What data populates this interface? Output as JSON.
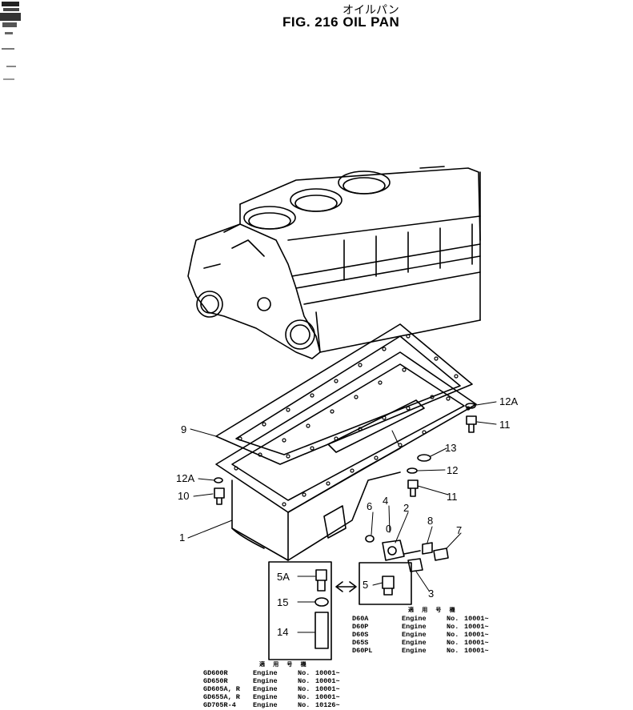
{
  "header": {
    "title_jp": "オイルパン",
    "title_en": "FIG. 216  OIL PAN"
  },
  "callouts": {
    "c1": "1",
    "c2": "2",
    "c3": "3",
    "c4": "4",
    "c5": "5",
    "c5a": "5A",
    "c6": "6",
    "c7": "7",
    "c8": "8",
    "c9": "9",
    "c10": "10",
    "c11a": "11",
    "c11b": "11",
    "c12": "12",
    "c12a_left": "12A",
    "c12a_right": "12A",
    "c13": "13",
    "c14": "14",
    "c15": "15",
    "c0": "0"
  },
  "table_right": {
    "header": "適 用 号 機",
    "rows": [
      {
        "model": "D60A",
        "eng": "Engine",
        "no": "No.",
        "serial": "10001~"
      },
      {
        "model": "D60P",
        "eng": "Engine",
        "no": "No.",
        "serial": "10001~"
      },
      {
        "model": "D60S",
        "eng": "Engine",
        "no": "No.",
        "serial": "10001~"
      },
      {
        "model": "D65S",
        "eng": "Engine",
        "no": "No.",
        "serial": "10001~"
      },
      {
        "model": "D60PL",
        "eng": "Engine",
        "no": "No.",
        "serial": "10001~"
      }
    ]
  },
  "table_left": {
    "header": "適 用 号 機",
    "rows": [
      {
        "model": "GD600R",
        "eng": "Engine",
        "no": "No.",
        "serial": "10001~"
      },
      {
        "model": "GD650R",
        "eng": "Engine",
        "no": "No.",
        "serial": "10001~"
      },
      {
        "model": "GD605A, R",
        "eng": "Engine",
        "no": "No.",
        "serial": "10001~"
      },
      {
        "model": "GD655A, R",
        "eng": "Engine",
        "no": "No.",
        "serial": "10001~"
      },
      {
        "model": "GD705R-4",
        "eng": "Engine",
        "no": "No.",
        "serial": "10126~"
      }
    ]
  }
}
